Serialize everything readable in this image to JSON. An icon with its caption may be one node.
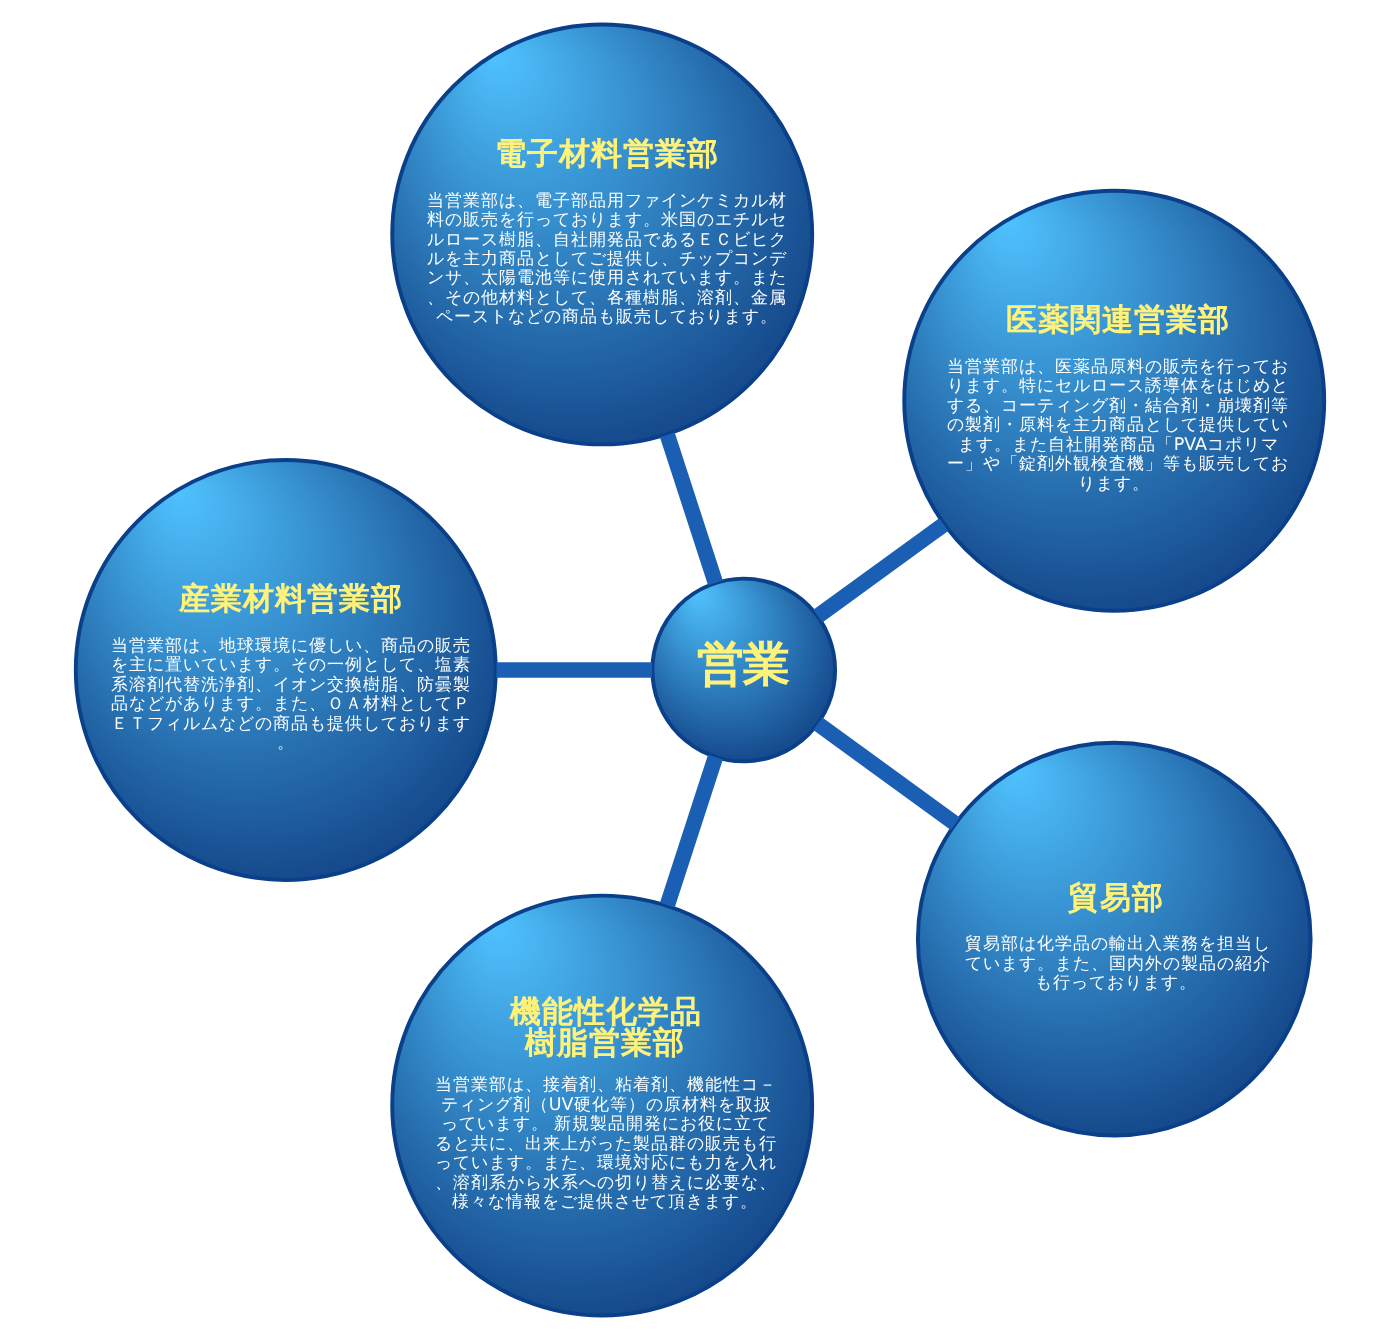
{
  "diagram": {
    "nodes": [
      {
        "text": [
          "医薬関連営業部",
          "当営業部は、医薬品原料の販売を行っております。特にセルロース誘導体をはじめとする、コーティング剤・結合剤・崩壊剤等の製剤・原料を主力商品として提供しています。また自社開発商品「PVAコポリマー」や「錠剤外観検査機」等も販売しております。"
        ]
      },
      {
        "text": [
          "電子材料営業部",
          "当営業部は、電子部品用ファインケミカル材料の販売を行っております。米国のエチルセルロース樹脂、自社開発品であるＥＣビヒクルを主力商品としてご提供し、チップコンデンサ、太陽電池等に使用されています。また、その他材料として、各種樹脂、溶剤、金属ペーストなどの商品も販売しております。"
        ]
      },
      {
        "text": [
          "産業材料営業部",
          "当営業部は、地球環境に優しい、商品の販売を主に置いています。その一例として、塩素系溶剤代替洗浄剤、イオン交換樹脂、防曇製品などがあります。また、ＯＡ材料としてＰＥＴフィルムなどの商品も提供しております。"
        ]
      },
      {
        "text": [
          "営業"
        ]
      },
      {
        "text": [
          "機能性化学品樹脂営業部",
          "当営業部は、接着剤、粘着剤、機能性コ－ティング剤（UV硬化等）の原材料を取扱っています。 新規製品開発にお役に立てると共に、出来上がった製品群の販売も行っています。また、環境対応にも力を入れ、溶剤系から水系への切り替えに必要な、様々な情報をご提供させて頂きます。"
        ]
      },
      {
        "text": [
          "貿易部",
          "貿易部は化学品の輸出入業務を担当しています。また、国内外の製品の紹介も行っております。"
        ]
      }
    ],
    "edges": [
      {
        "from": 3,
        "to": 0,
        "arrow": "none"
      },
      {
        "from": 3,
        "to": 1,
        "arrow": "none"
      },
      {
        "from": 3,
        "to": 2,
        "arrow": "none"
      },
      {
        "from": 3,
        "to": 4,
        "arrow": "none"
      },
      {
        "from": 3,
        "to": 5,
        "arrow": "none"
      }
    ]
  }
}
